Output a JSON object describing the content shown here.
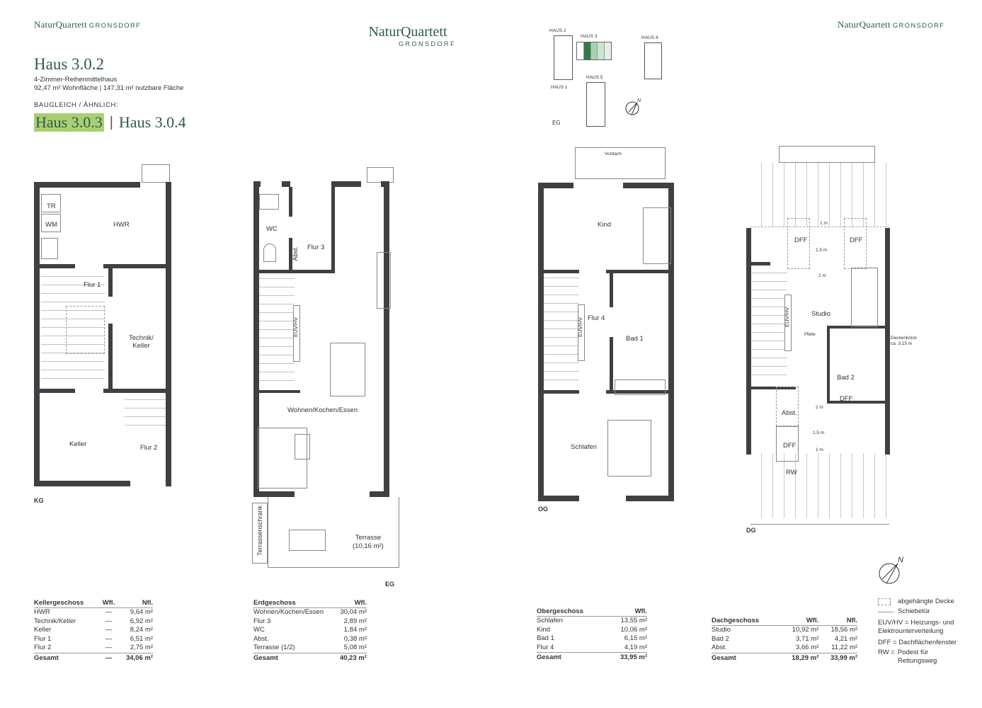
{
  "header": {
    "brand_left": {
      "name": "NaturQuartett",
      "sub": "GRONSDORF"
    },
    "brand_center": {
      "name": "NaturQuartett",
      "sub": "GRONSDORF"
    },
    "brand_right": {
      "name": "NaturQuartett",
      "sub": "GRONSDORF"
    }
  },
  "house": {
    "title": "Haus 3.0.2",
    "type": "4-Zimmer-Reihenmittelhaus",
    "areas": "92,47 m² Wohnfläche | 147,31 m² nutzbare Fläche",
    "similar_label": "BAUGLEICH / ÄHNLICH:",
    "similar": [
      {
        "label": "Haus 3.0.3",
        "highlighted": true
      },
      {
        "label": "Haus 3.0.4",
        "highlighted": false
      }
    ],
    "separator": "|",
    "highlight_color": "#a9cf73",
    "brand_color": "#2f5d45"
  },
  "siteplan": {
    "labels": {
      "haus1": "HAUS 1",
      "haus2": "HAUS 2",
      "haus3": "HAUS 3",
      "haus4": "HAUS 4",
      "haus5": "HAUS 5",
      "floor": "EG",
      "north": "N"
    },
    "haus3_colors": [
      "#ffffff",
      "#2e7d46",
      "#a9d1b4",
      "#cde3d3",
      "#e3efe6"
    ]
  },
  "plans": {
    "kg": {
      "tag": "KG",
      "rooms": {
        "hwr": "HWR",
        "tr": "TR",
        "wm": "WM",
        "flur1": "Flur 1",
        "technik": "Technik/\nKeller",
        "technik_a": "Technik/",
        "technik_b": "Keller",
        "keller": "Keller",
        "flur2": "Flur 2"
      }
    },
    "eg": {
      "tag": "EG",
      "rooms": {
        "wc": "WC",
        "abst": "Abst.",
        "flur3": "Flur 3",
        "euv": "EUV/HV",
        "wohnen": "Wohnen/Kochen/Essen",
        "terrasse": "Terrasse",
        "terrasse_area": "(10,16 m²)",
        "schrank": "Terrassenschrank"
      }
    },
    "og": {
      "tag": "OG",
      "rooms": {
        "vordach": "Vordach",
        "kind": "Kind",
        "flur4": "Flur 4",
        "euv": "EUV/HV",
        "bad1": "Bad 1",
        "schlafen": "Schlafen"
      }
    },
    "dg": {
      "tag": "DG",
      "rooms": {
        "dff1": "DFF",
        "dff2": "DFF",
        "dff3": "DFF",
        "dff4": "DFF",
        "m1_top": "1 m",
        "m15_top": "1,5 m",
        "m2_top": "2 m",
        "studio": "Studio",
        "pfette": "Pfette",
        "euv": "EUV/HV",
        "bad2": "Bad 2",
        "abst": "Abst.",
        "m2_bot": "2 m",
        "m15_bot": "1,5 m",
        "m1_bot": "1 m",
        "rw": "RW",
        "deckenknick_a": "Deckenknick",
        "deckenknick_b": "ca. 3,15 m"
      }
    }
  },
  "tables": {
    "kg": {
      "headers": [
        "Kellergeschoss",
        "Wfl.",
        "Nfl."
      ],
      "rows": [
        [
          "HWR",
          "—",
          "9,64 m²"
        ],
        [
          "Technik/Keller",
          "—",
          "6,92 m²"
        ],
        [
          "Keller",
          "—",
          "8,24 m²"
        ],
        [
          "Flur 1",
          "—",
          "6,51 m²"
        ],
        [
          "Flur 2",
          "—",
          "2,75 m²"
        ]
      ],
      "total": [
        "Gesamt",
        "—",
        "34,06 m²"
      ]
    },
    "eg": {
      "headers": [
        "Erdgeschoss",
        "Wfl."
      ],
      "rows": [
        [
          "Wohnen/Kochen/Essen",
          "30,04 m²"
        ],
        [
          "Flur 3",
          "2,89 m²"
        ],
        [
          "WC",
          "1,84 m²"
        ],
        [
          "Abst.",
          "0,38 m²"
        ],
        [
          "Terrasse (1/2)",
          "5,08 m²"
        ]
      ],
      "total": [
        "Gesamt",
        "40,23 m²"
      ]
    },
    "og": {
      "headers": [
        "Obergeschoss",
        "Wfl."
      ],
      "rows": [
        [
          "Schlafen",
          "13,55 m²"
        ],
        [
          "Kind",
          "10,06 m²"
        ],
        [
          "Bad 1",
          "6,15 m²"
        ],
        [
          "Flur 4",
          "4,19 m²"
        ]
      ],
      "total": [
        "Gesamt",
        "33,95 m²"
      ]
    },
    "dg": {
      "headers": [
        "Dachgeschoss",
        "Wfl.",
        "Nfl."
      ],
      "rows": [
        [
          "Studio",
          "10,92 m²",
          "18,56 m²"
        ],
        [
          "Bad 2",
          "3,71 m²",
          "4,21 m²"
        ],
        [
          "Abst.",
          "3,66 m²",
          "11,22 m²"
        ]
      ],
      "total": [
        "Gesamt",
        "18,29 m²",
        "33,99 m²"
      ]
    }
  },
  "legend": {
    "north": "N",
    "items": [
      {
        "icon": "dashed-box-icon",
        "text": "abgehängte Decke"
      },
      {
        "icon": "sliding-door-icon",
        "text": "Schiebetür"
      }
    ],
    "abbr": [
      {
        "key": "EUV/HV =",
        "text": "Heizungs- und",
        "text2": "Elektrounterverteilung"
      },
      {
        "key": "DFF =",
        "text": "Dachflächenfenster"
      },
      {
        "key": "RW =",
        "text": "Podest für",
        "text2": "Rettungsweg"
      }
    ]
  },
  "colors": {
    "wall": "#3e4143",
    "brand": "#2f5d45",
    "highlight": "#a9cf73"
  }
}
